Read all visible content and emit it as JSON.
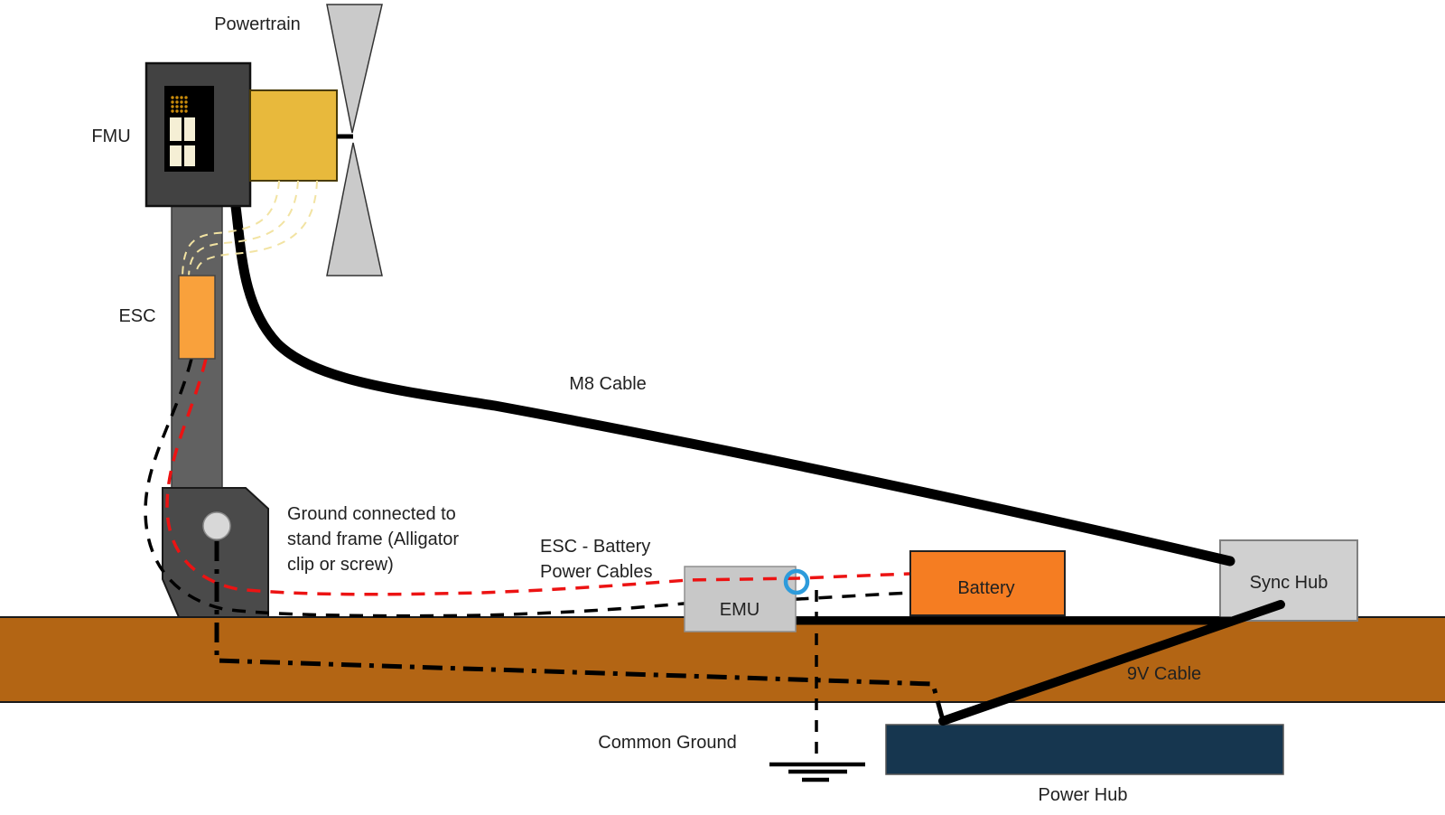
{
  "diagram": {
    "labels": {
      "powertrain": "Powertrain",
      "fmu": "FMU",
      "esc": "ESC",
      "m8_cable": "M8 Cable",
      "ground_note_line1": "Ground connected to",
      "ground_note_line2": "stand frame (Alligator",
      "ground_note_line3": "clip or screw)",
      "esc_battery_line1": "ESC - Battery",
      "esc_battery_line2": "Power Cables",
      "emu": "EMU",
      "battery": "Battery",
      "sync_hub": "Sync Hub",
      "common_ground": "Common Ground",
      "nine_v_cable": "9V Cable",
      "power_hub": "Power Hub"
    },
    "colors": {
      "fmu_body": "#424242",
      "fmu_screen": "#000000",
      "fmu_key": "#F5EFD5",
      "fmu_dot": "#C98B0B",
      "motor": "#E8B93C",
      "propeller": "#CACACA",
      "pole": "#616161",
      "stand_base": "#4A4A4A",
      "base_screw": "#D8D8D8",
      "esc_box": "#F9A13C",
      "table": "#B36514",
      "emu_box": "#C8C8C8",
      "battery_box": "#F57D22",
      "sync_hub_box": "#D0D0D0",
      "power_hub_box": "#16364F",
      "cable_black": "#000000",
      "cable_red": "#EC1313",
      "motor_wires": "#F2E3A2",
      "probe_ring": "#2D9BDB",
      "text": "#212121"
    }
  }
}
